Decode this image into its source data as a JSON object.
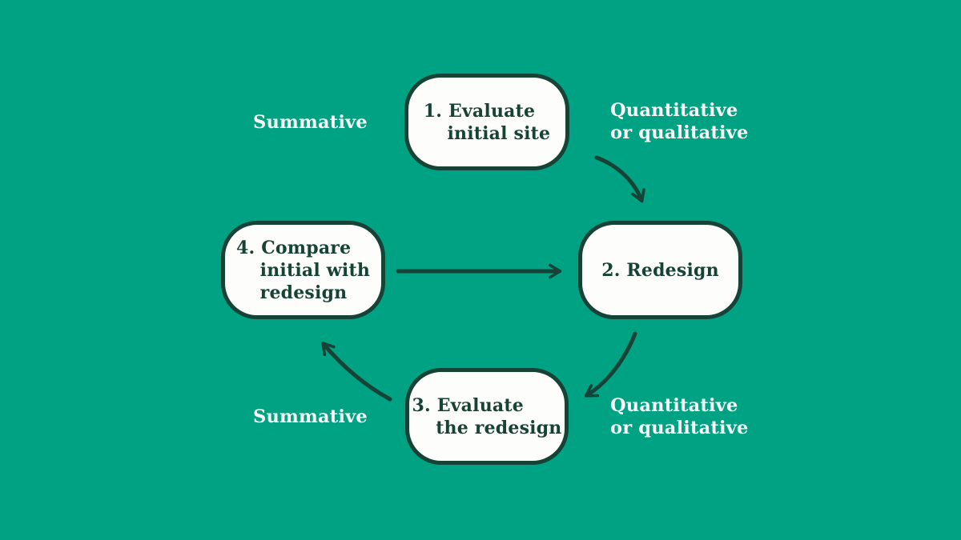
{
  "canvas": {
    "background_color": "#00a284",
    "accent_dark_green": "#164336",
    "node_fill": "#fdfdfc",
    "annotation_text_color": "#fafaf6"
  },
  "diagram": {
    "type": "cycle-flowchart",
    "description_visible_content_only": true,
    "nodes": [
      {
        "id": "step-1",
        "label": "1. Evaluate\ninitial site"
      },
      {
        "id": "step-2",
        "label": "2. Redesign"
      },
      {
        "id": "step-3",
        "label": "3. Evaluate\nthe redesign"
      },
      {
        "id": "step-4",
        "label": "4. Compare\ninitial with\nredesign"
      }
    ],
    "annotations": [
      {
        "id": "summative-top",
        "text": "Summative"
      },
      {
        "id": "quant-top",
        "text": "Quantitative\nor qualitative"
      },
      {
        "id": "quant-bottom",
        "text": "Quantitative\nor qualitative"
      },
      {
        "id": "summative-bottom",
        "text": "Summative"
      }
    ],
    "arrows": [
      {
        "id": "step1-to-step2",
        "from": "step-1",
        "to": "step-2",
        "shape": "curved-down-right"
      },
      {
        "id": "step4-to-step2",
        "from": "step-4",
        "to": "step-2",
        "shape": "straight-right"
      },
      {
        "id": "step2-to-step3",
        "from": "step-2",
        "to": "step-3",
        "shape": "curved-down-left"
      },
      {
        "id": "step3-to-step4",
        "from": "step-3",
        "to": "step-4",
        "shape": "curved-up-left"
      }
    ]
  }
}
